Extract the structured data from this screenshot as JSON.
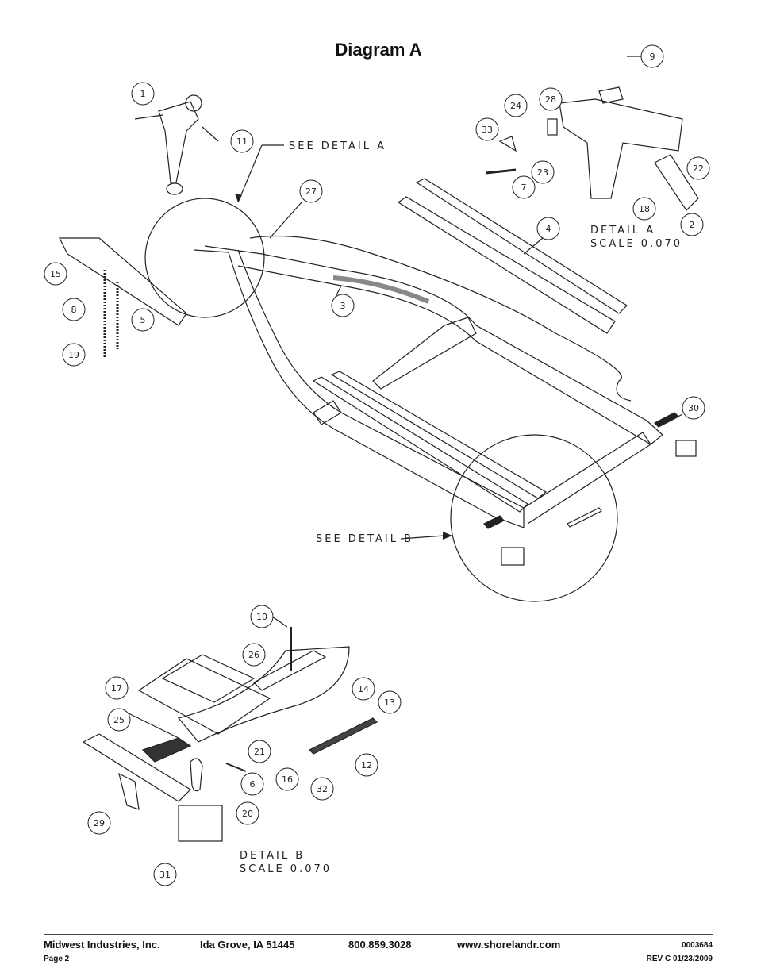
{
  "title": "Diagram A",
  "captions": {
    "see_detail_a": "SEE DETAIL  A",
    "see_detail_b": "SEE DETAIL  B",
    "detail_a": "DETAIL  A",
    "detail_a_scale": "SCALE  0.070",
    "detail_b": "DETAIL  B",
    "detail_b_scale": "SCALE  0.070"
  },
  "callouts": [
    "1",
    "11",
    "9",
    "24",
    "28",
    "33",
    "23",
    "7",
    "22",
    "18",
    "2",
    "27",
    "4",
    "15",
    "8",
    "5",
    "19",
    "3",
    "30",
    "10",
    "26",
    "17",
    "14",
    "13",
    "25",
    "21",
    "16",
    "12",
    "6",
    "20",
    "32",
    "29",
    "31"
  ],
  "footer": {
    "company": "Midwest Industries, Inc.",
    "city": "Ida Grove, IA  51445",
    "phone": "800.859.3028",
    "website": "www.shorelandr.com",
    "doc_number": "0003684",
    "page": "Page 2",
    "revision": "REV C  01/23/2009"
  }
}
